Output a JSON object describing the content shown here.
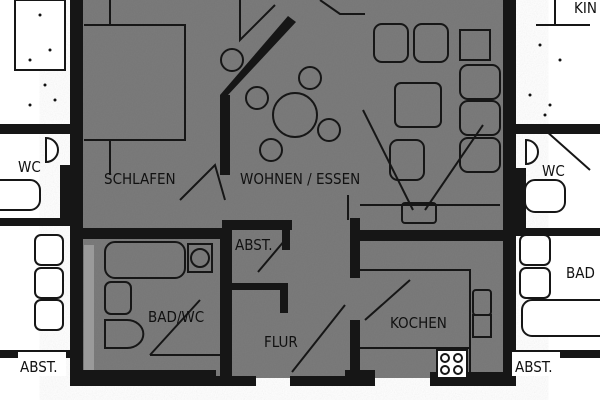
{
  "colors": {
    "room_fill": "#7c7c7c",
    "wall": "#161616",
    "background": "#ffffff"
  },
  "rooms": {
    "kinder": "KIN",
    "wc_left": "WC",
    "schlafen": "SCHLAFEN",
    "wohnen_essen": "WOHNEN / ESSEN",
    "wc_right": "WC",
    "abst_center": "ABST.",
    "bad_wc": "BAD/WC",
    "flur": "FLUR",
    "kochen": "KOCHEN",
    "bad_right": "BAD",
    "abst_left": "ABST.",
    "abst_right": "ABST."
  }
}
